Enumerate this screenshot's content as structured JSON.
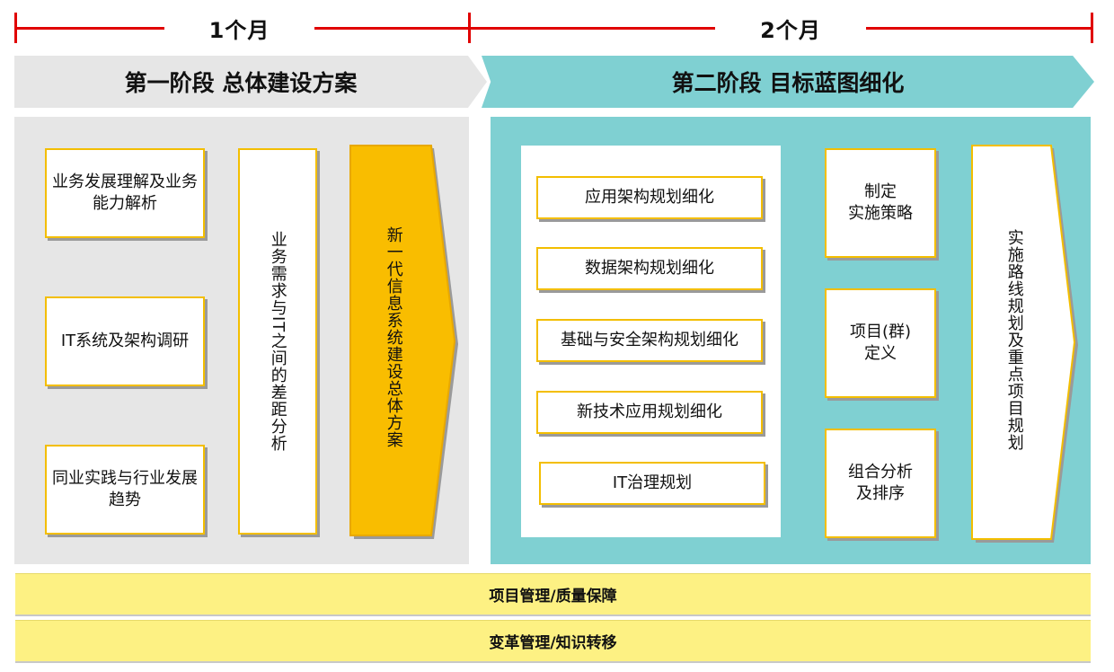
{
  "timeline": {
    "segment1": "1个月",
    "segment2": "2个月",
    "line_color": "#e00000"
  },
  "phase1": {
    "title": "第一阶段 总体建设方案",
    "color": "#e6e6e6",
    "boxes": [
      "业务发展理解及业务能力解析",
      "IT系统及架构调研",
      "同业实践与行业发展趋势"
    ],
    "gap_analysis": "业务需求与IT之间的差距分析",
    "deliverable": "新一代信息系统建设总体方案"
  },
  "phase2": {
    "title": "第二阶段 目标蓝图细化",
    "color": "#7fd0d2",
    "refinements": [
      "应用架构规划细化",
      "数据架构规划细化",
      "基础与安全架构规划细化",
      "新技术应用规划细化",
      "IT治理规划"
    ],
    "strategy_boxes": [
      "制定\n实施策略",
      "项目(群)\n定义",
      "组合分析\n及排序"
    ],
    "deliverable": "实施路线规划及重点项目规划"
  },
  "bars": {
    "project_management": "项目管理/质量保障",
    "change_management": "变革管理/知识转移",
    "color": "#fdf183"
  },
  "accent_color": "#f3be00"
}
